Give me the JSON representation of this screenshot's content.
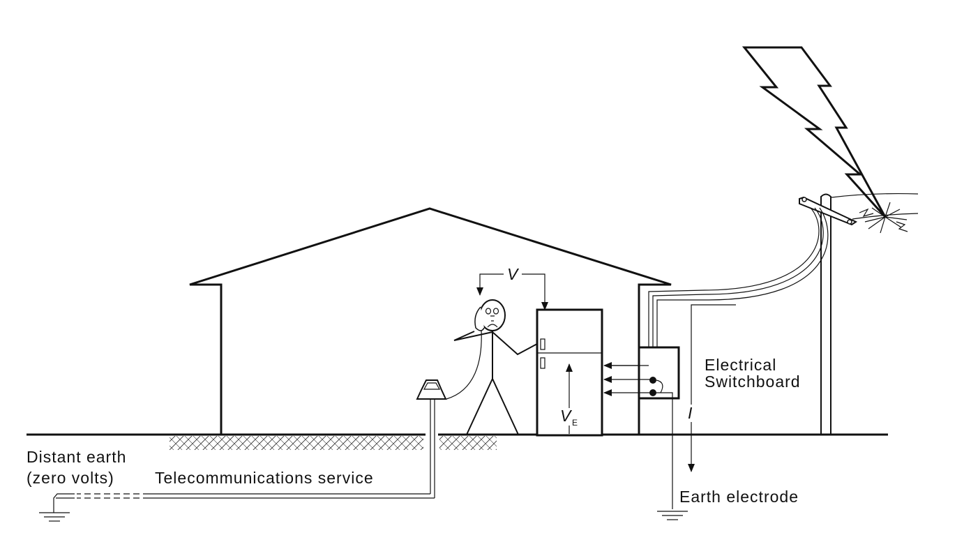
{
  "labels": {
    "distant_earth_line1": "Distant earth",
    "distant_earth_line2": "(zero volts)",
    "telecom_service": "Telecommunications service",
    "switchboard_line1": "Electrical",
    "switchboard_line2": "Switchboard",
    "earth_electrode": "Earth electrode",
    "voltage_v": "V",
    "voltage_ve_main": "V",
    "voltage_ve_sub": "E",
    "current_i": "I"
  },
  "colors": {
    "line": "#111111",
    "background": "#ffffff"
  },
  "icons": [
    "lightning-bolt-icon",
    "telephone-icon",
    "earth-ground-icon",
    "utility-pole-icon",
    "person-icon",
    "refrigerator-icon"
  ]
}
